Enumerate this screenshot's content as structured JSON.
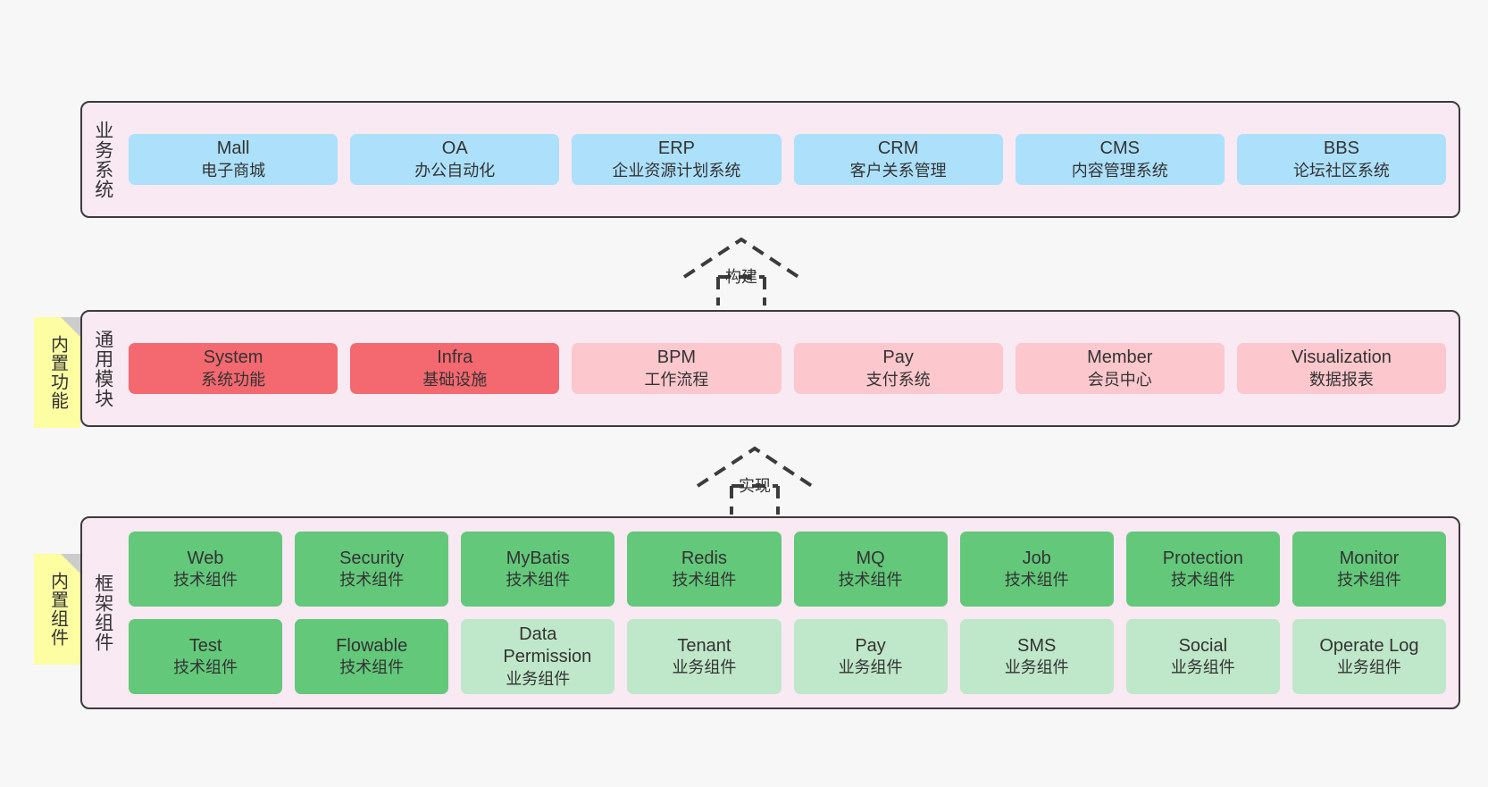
{
  "diagram": {
    "background_color": "#f7f7f7",
    "panel_color": "#f8e9f3",
    "panel_border_color": "#3b3b3b",
    "note_color": "#fdfda2",
    "note_fold_color": "#cccccc"
  },
  "layers": {
    "business": {
      "title": "业务系统",
      "node_color": "#ace0fb",
      "nodes": [
        {
          "name": "Mall",
          "desc": "电子商城"
        },
        {
          "name": "OA",
          "desc": "办公自动化"
        },
        {
          "name": "ERP",
          "desc": "企业资源计划系统"
        },
        {
          "name": "CRM",
          "desc": "客户关系管理"
        },
        {
          "name": "CMS",
          "desc": "内容管理系统"
        },
        {
          "name": "BBS",
          "desc": "论坛社区系统"
        }
      ]
    },
    "common": {
      "title": "通用模块",
      "note": "内置功能",
      "primary_color": "#f4686f",
      "secondary_color": "#fcc7cd",
      "nodes": [
        {
          "name": "System",
          "desc": "系统功能",
          "tone": "red"
        },
        {
          "name": "Infra",
          "desc": "基础设施",
          "tone": "red"
        },
        {
          "name": "BPM",
          "desc": "工作流程",
          "tone": "pink"
        },
        {
          "name": "Pay",
          "desc": "支付系统",
          "tone": "pink"
        },
        {
          "name": "Member",
          "desc": "会员中心",
          "tone": "pink"
        },
        {
          "name": "Visualization",
          "desc": "数据报表",
          "tone": "pink"
        }
      ]
    },
    "framework": {
      "title": "框架组件",
      "note": "内置组件",
      "tech_color": "#63c87a",
      "biz_color": "#bfe7c9",
      "row1": [
        {
          "name": "Web",
          "desc": "技术组件",
          "tone": "green"
        },
        {
          "name": "Security",
          "desc": "技术组件",
          "tone": "green"
        },
        {
          "name": "MyBatis",
          "desc": "技术组件",
          "tone": "green"
        },
        {
          "name": "Redis",
          "desc": "技术组件",
          "tone": "green"
        },
        {
          "name": "MQ",
          "desc": "技术组件",
          "tone": "green"
        },
        {
          "name": "Job",
          "desc": "技术组件",
          "tone": "green"
        },
        {
          "name": "Protection",
          "desc": "技术组件",
          "tone": "green"
        },
        {
          "name": "Monitor",
          "desc": "技术组件",
          "tone": "green"
        }
      ],
      "row2": [
        {
          "name": "Test",
          "desc": "技术组件",
          "tone": "green"
        },
        {
          "name": "Flowable",
          "desc": "技术组件",
          "tone": "green"
        },
        {
          "name": "Data Permission",
          "desc": "业务组件",
          "tone": "lightgreen"
        },
        {
          "name": "Tenant",
          "desc": "业务组件",
          "tone": "lightgreen"
        },
        {
          "name": "Pay",
          "desc": "业务组件",
          "tone": "lightgreen"
        },
        {
          "name": "SMS",
          "desc": "业务组件",
          "tone": "lightgreen"
        },
        {
          "name": "Social",
          "desc": "业务组件",
          "tone": "lightgreen"
        },
        {
          "name": "Operate Log",
          "desc": "业务组件",
          "tone": "lightgreen"
        }
      ]
    }
  },
  "connectors": [
    {
      "label": "构建",
      "direction": "up"
    },
    {
      "label": "实现",
      "direction": "up"
    }
  ]
}
